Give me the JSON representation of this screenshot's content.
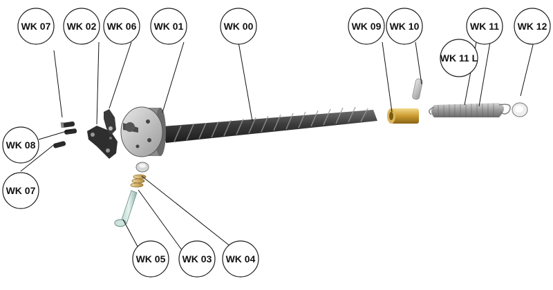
{
  "diagram": {
    "callouts": [
      {
        "id": "wk-07-top",
        "label": "WK 07"
      },
      {
        "id": "wk-02",
        "label": "WK 02"
      },
      {
        "id": "wk-06",
        "label": "WK 06"
      },
      {
        "id": "wk-01",
        "label": "WK 01"
      },
      {
        "id": "wk-00",
        "label": "WK 00"
      },
      {
        "id": "wk-09",
        "label": "WK 09"
      },
      {
        "id": "wk-10",
        "label": "WK 10"
      },
      {
        "id": "wk-11",
        "label": "WK 11"
      },
      {
        "id": "wk-11-l",
        "label": "WK 11 L"
      },
      {
        "id": "wk-12",
        "label": "WK 12"
      },
      {
        "id": "wk-08",
        "label": "WK 08"
      },
      {
        "id": "wk-07-bottom",
        "label": "WK 07"
      },
      {
        "id": "wk-05",
        "label": "WK 05"
      },
      {
        "id": "wk-03",
        "label": "WK 03"
      },
      {
        "id": "wk-04",
        "label": "WK 04"
      }
    ]
  }
}
